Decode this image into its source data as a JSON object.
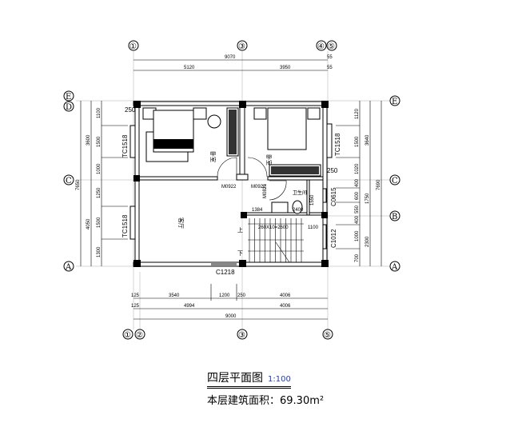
{
  "drawing": {
    "title": "四层平面图",
    "scale": "1:100",
    "area_text": "本层建筑面积：69.30m²"
  },
  "axes": {
    "top": [
      "①",
      "③",
      "④",
      "⑤"
    ],
    "bottom": [
      "①",
      "②",
      "③",
      "⑤"
    ],
    "left": [
      "E",
      "D",
      "C",
      "A"
    ],
    "right": [
      "E",
      "C",
      "B",
      "A"
    ]
  },
  "dims": {
    "top_total": "9070",
    "top_parts": [
      "5120",
      "3950"
    ],
    "top_small": [
      "55",
      "55"
    ],
    "bottom_row1": [
      "125",
      "3540",
      "1200",
      "250",
      "4006"
    ],
    "bottom_row2": [
      "125",
      "4994",
      "4006"
    ],
    "bottom_total": "9000",
    "left_total": "7650",
    "left_mid": [
      "3600",
      "4050"
    ],
    "left_small": [
      "1100",
      "1500",
      "1000",
      "1250",
      "1500",
      "1300"
    ],
    "right_total": "7690",
    "right_mid": [
      "3640",
      "1750",
      "2300"
    ],
    "right_small": [
      "1120",
      "1500",
      "1020",
      "400",
      "600",
      "550",
      "400",
      "1000",
      "700"
    ]
  },
  "openings": {
    "tc1518_left_top": "TC1518",
    "tc1518_left_bottom": "TC1518",
    "tc1518_right": "TC1518",
    "m0922_a": "M0922",
    "m0922_b": "M0922",
    "m0821": "M0821",
    "c0615": "C0615",
    "c1012": "C1012",
    "c1218": "C1218"
  },
  "rooms": {
    "bedroom1": "卧室",
    "bedroom2": "卧室",
    "bathroom": "卫生间",
    "living": "客厅"
  },
  "misc": {
    "stair_note": "260X10=2600",
    "stair_width": "1100",
    "up": "上",
    "down": "下",
    "bath_w": "1384",
    "bath_h": "1550",
    "bath_d": "2400",
    "wall_250a": "250",
    "wall_250b": "250"
  }
}
